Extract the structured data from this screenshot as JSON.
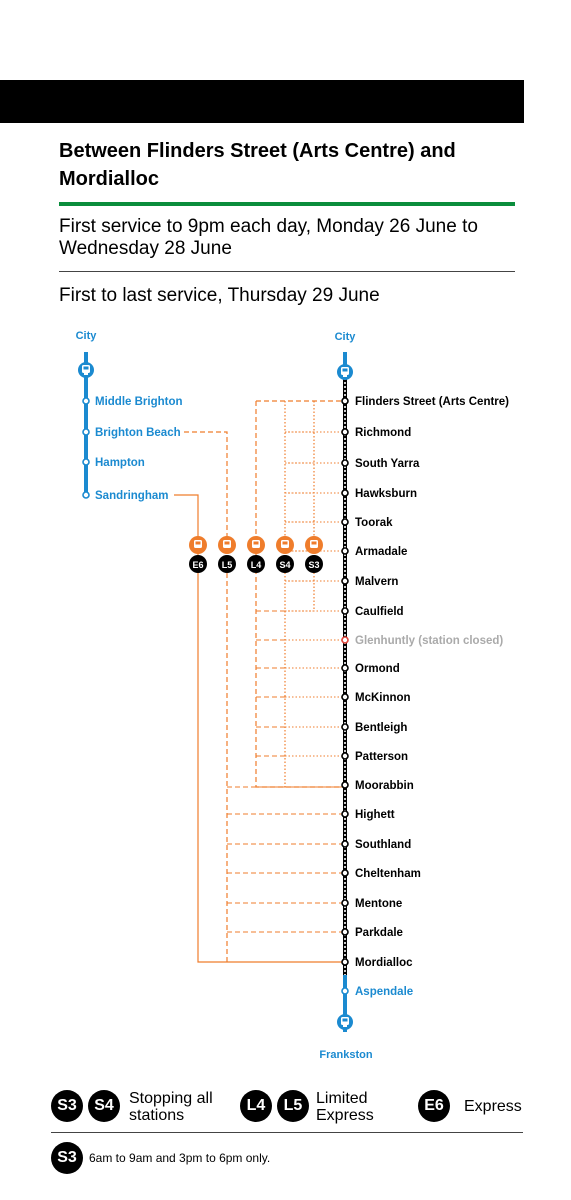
{
  "title": "Between Flinders Street (Arts Centre) and Mordialloc",
  "subtitle_1": "First service to 9pm each day, Monday 26 June to Wednesday 28 June",
  "subtitle_2": "First to last service, Thursday 29 June",
  "colors": {
    "line_blue": "#1b8ad0",
    "replacement_orange": "#ef7d2c",
    "green": "#0a8d3c",
    "closed_grey": "#aaaaaa",
    "closed_red": "#e0443a"
  },
  "left_line": {
    "terminus": "City",
    "stations": [
      "Middle Brighton",
      "Brighton Beach",
      "Hampton",
      "Sandringham"
    ]
  },
  "main_line": {
    "terminus_top": "City",
    "terminus_bottom": "Frankston",
    "stations": [
      "Flinders Street (Arts Centre)",
      "Richmond",
      "South Yarra",
      "Hawksburn",
      "Toorak",
      "Armadale",
      "Malvern",
      "Caulfield",
      "Glenhuntly (station closed)",
      "Ormond",
      "McKinnon",
      "Bentleigh",
      "Patterson",
      "Moorabbin",
      "Highett",
      "Southland",
      "Cheltenham",
      "Mentone",
      "Parkdale",
      "Mordialloc",
      "Aspendale"
    ]
  },
  "routes": [
    "E6",
    "L5",
    "L4",
    "S4",
    "S3"
  ],
  "legend": {
    "stopping_badges": [
      "S3",
      "S4"
    ],
    "stopping_label": "Stopping all stations",
    "limited_badges": [
      "L4",
      "L5"
    ],
    "limited_label": "Limited Express",
    "express_badge": "E6",
    "express_label": "Express",
    "note_badge": "S3",
    "note": "6am to 9am and 3pm to 6pm only."
  }
}
